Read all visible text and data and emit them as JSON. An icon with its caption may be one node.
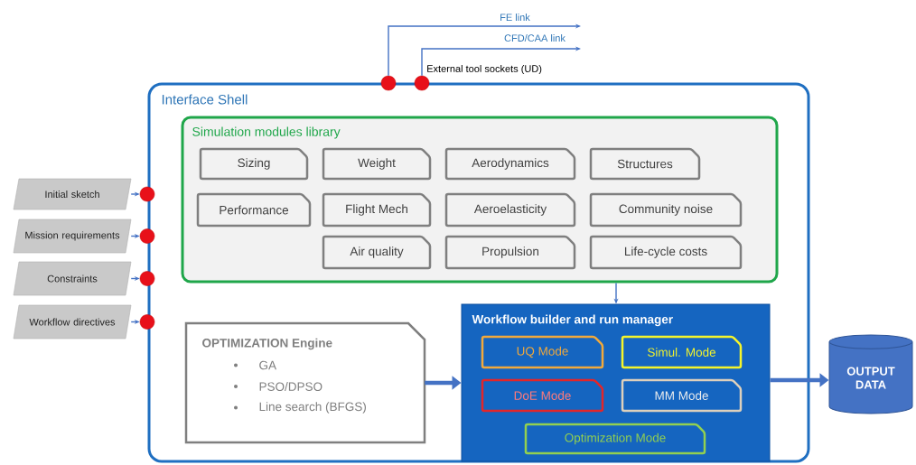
{
  "diagram": {
    "nodes": [
      {
        "text": [
          "Interface Shell"
        ]
      },
      {
        "text": [
          "Simulation modules library"
        ],
        "in": 0
      },
      {
        "text": [
          "Sizing"
        ],
        "in": 1
      },
      {
        "text": [
          "Weight"
        ],
        "in": 1
      },
      {
        "text": [
          "Aerodynamics"
        ],
        "in": 1
      },
      {
        "text": [
          "Structures"
        ],
        "in": 1
      },
      {
        "text": [
          "Performance"
        ],
        "in": 1
      },
      {
        "text": [
          "Flight Mech"
        ],
        "in": 1
      },
      {
        "text": [
          "Aeroelasticity"
        ],
        "in": 1
      },
      {
        "text": [
          "Community noise"
        ],
        "in": 1
      },
      {
        "text": [
          "Air quality"
        ],
        "in": 1
      },
      {
        "text": [
          "Propulsion"
        ],
        "in": 1
      },
      {
        "text": [
          "Life-cycle costs"
        ],
        "in": 1
      },
      {
        "text": [
          "OPTIMIZATION Engine",
          "GA",
          "PSO/DPSO",
          "Line search (BFGS)"
        ],
        "in": 0
      },
      {
        "text": [
          "Workflow builder and run manager"
        ],
        "in": 0
      },
      {
        "text": [
          "UQ Mode"
        ],
        "in": 14
      },
      {
        "text": [
          "Simul. Mode"
        ],
        "in": 14
      },
      {
        "text": [
          "DoE Mode"
        ],
        "in": 14
      },
      {
        "text": [
          "MM Mode"
        ],
        "in": 14
      },
      {
        "text": [
          "Optimization  Mode"
        ],
        "in": 14
      },
      {
        "text": [
          "OUTPUT DATA"
        ]
      },
      {
        "text": [
          "Initial sketch"
        ]
      },
      {
        "text": [
          "Mission requirements"
        ]
      },
      {
        "text": [
          "Constraints"
        ]
      },
      {
        "text": [
          "Workflow directives"
        ]
      },
      {
        "text": [],
        "shape": "circle"
      },
      {
        "text": [],
        "shape": "circle"
      },
      {
        "text": [],
        "shape": "circle"
      },
      {
        "text": [],
        "shape": "circle"
      },
      {
        "text": [],
        "shape": "circle"
      },
      {
        "text": [],
        "shape": "circle"
      }
    ],
    "edges": [
      {
        "from": 21,
        "to": 25,
        "arrow": "to"
      },
      {
        "from": 22,
        "to": 26,
        "arrow": "to"
      },
      {
        "from": 23,
        "to": 27,
        "arrow": "to"
      },
      {
        "from": 24,
        "to": 28,
        "arrow": "to"
      },
      {
        "from": 1,
        "to": 14,
        "arrow": "to"
      },
      {
        "from": 13,
        "to": 14,
        "arrow": "to",
        "style": "thick"
      },
      {
        "from": 14,
        "to": 20,
        "arrow": "to",
        "style": "thick"
      },
      {
        "from": 29,
        "to": null,
        "arrow": "to",
        "label": "FE link"
      },
      {
        "from": 30,
        "to": null,
        "arrow": "to",
        "label": "CFD/CAA link"
      }
    ],
    "labels": [
      "External tool sockets (UD)"
    ]
  }
}
